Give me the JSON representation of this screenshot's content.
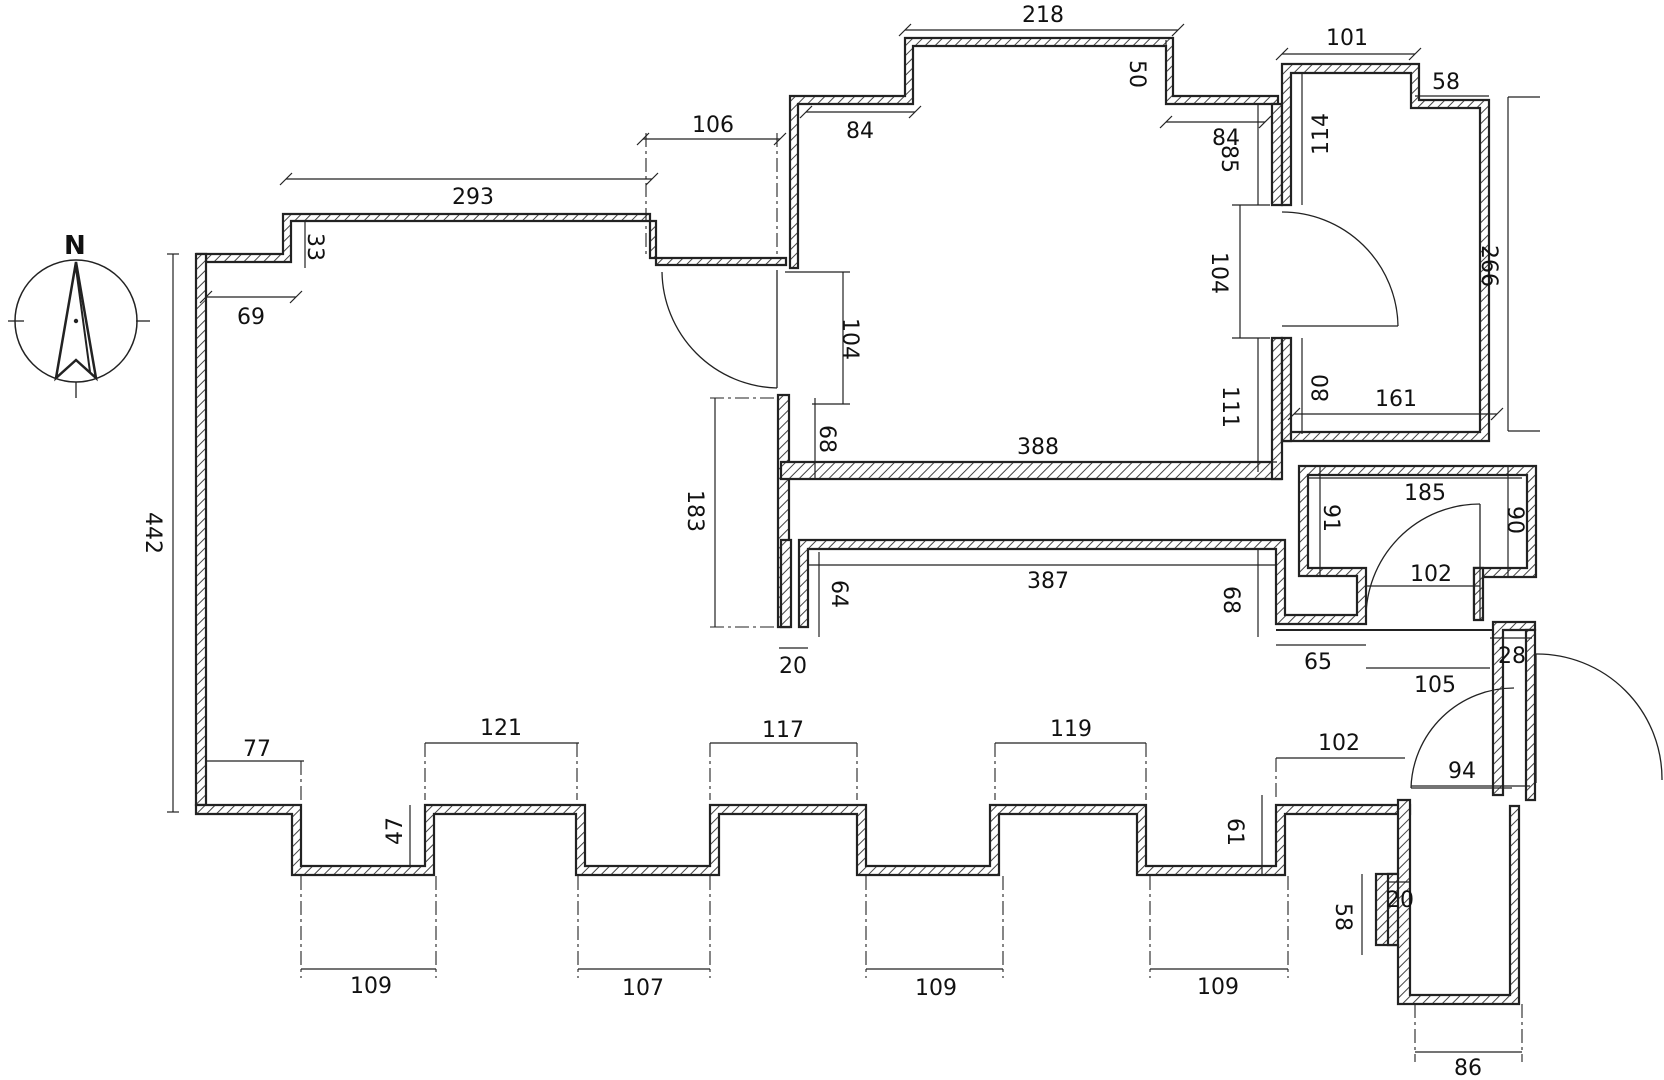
{
  "compass": {
    "north_label": "N"
  },
  "dimensions": {
    "top_218": "218",
    "top_101": "101",
    "top_58": "58",
    "top_50": "50",
    "top_84_left": "84",
    "top_84_right": "84",
    "v_85": "85",
    "v_114": "114",
    "h_106": "106",
    "h_293": "293",
    "v_33": "33",
    "h_69": "69",
    "v_266": "266",
    "v_104_right": "104",
    "v_104_mid": "104",
    "v_111": "111",
    "v_80": "80",
    "h_161": "161",
    "v_68_upper": "68",
    "h_388": "388",
    "v_183": "183",
    "v_442": "442",
    "h_185": "185",
    "v_91": "91",
    "v_90": "90",
    "h_102_closet": "102",
    "h_387": "387",
    "v_64": "64",
    "v_68_lower": "68",
    "h_20_mid": "20",
    "h_65": "65",
    "h_105": "105",
    "h_28": "28",
    "h_77": "77",
    "h_121": "121",
    "h_117": "117",
    "h_119": "119",
    "h_102_bottom": "102",
    "h_94": "94",
    "v_47": "47",
    "v_61": "61",
    "h_20_bottom": "20",
    "v_58": "58",
    "b_109_a": "109",
    "b_107": "107",
    "b_109_b": "109",
    "b_109_c": "109",
    "b_86": "86"
  }
}
